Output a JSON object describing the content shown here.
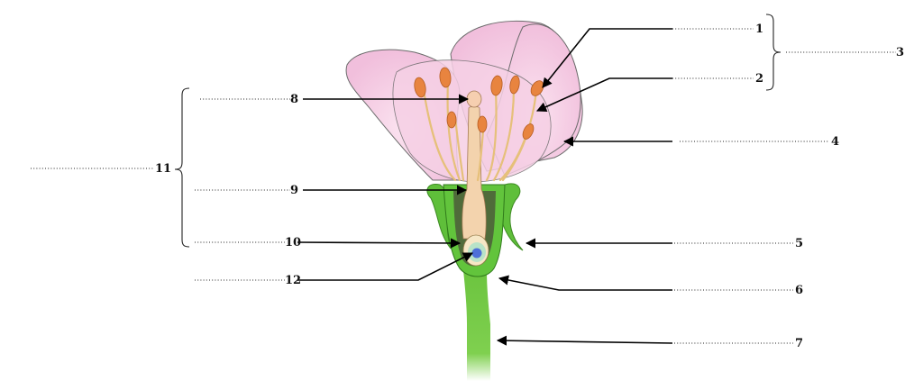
{
  "diagram": {
    "labels": [
      {
        "id": "1",
        "text": "1"
      },
      {
        "id": "2",
        "text": "2"
      },
      {
        "id": "3",
        "text": "3"
      },
      {
        "id": "4",
        "text": "4"
      },
      {
        "id": "5",
        "text": "5"
      },
      {
        "id": "6",
        "text": "6"
      },
      {
        "id": "7",
        "text": "7"
      },
      {
        "id": "8",
        "text": "8"
      },
      {
        "id": "9",
        "text": "9"
      },
      {
        "id": "10",
        "text": "10"
      },
      {
        "id": "11",
        "text": "11"
      },
      {
        "id": "12",
        "text": "12"
      }
    ],
    "colors": {
      "petal": "#f4c6e0",
      "petal_outline": "#6b6b6b",
      "anther": "#e8843f",
      "filament": "#e6c07a",
      "sepal": "#5fbf3a",
      "stem": "#6cc43f",
      "ovary": "#4f6b3a",
      "ovule": "#b8e3c8",
      "nucleus": "#4e6fd8"
    }
  }
}
